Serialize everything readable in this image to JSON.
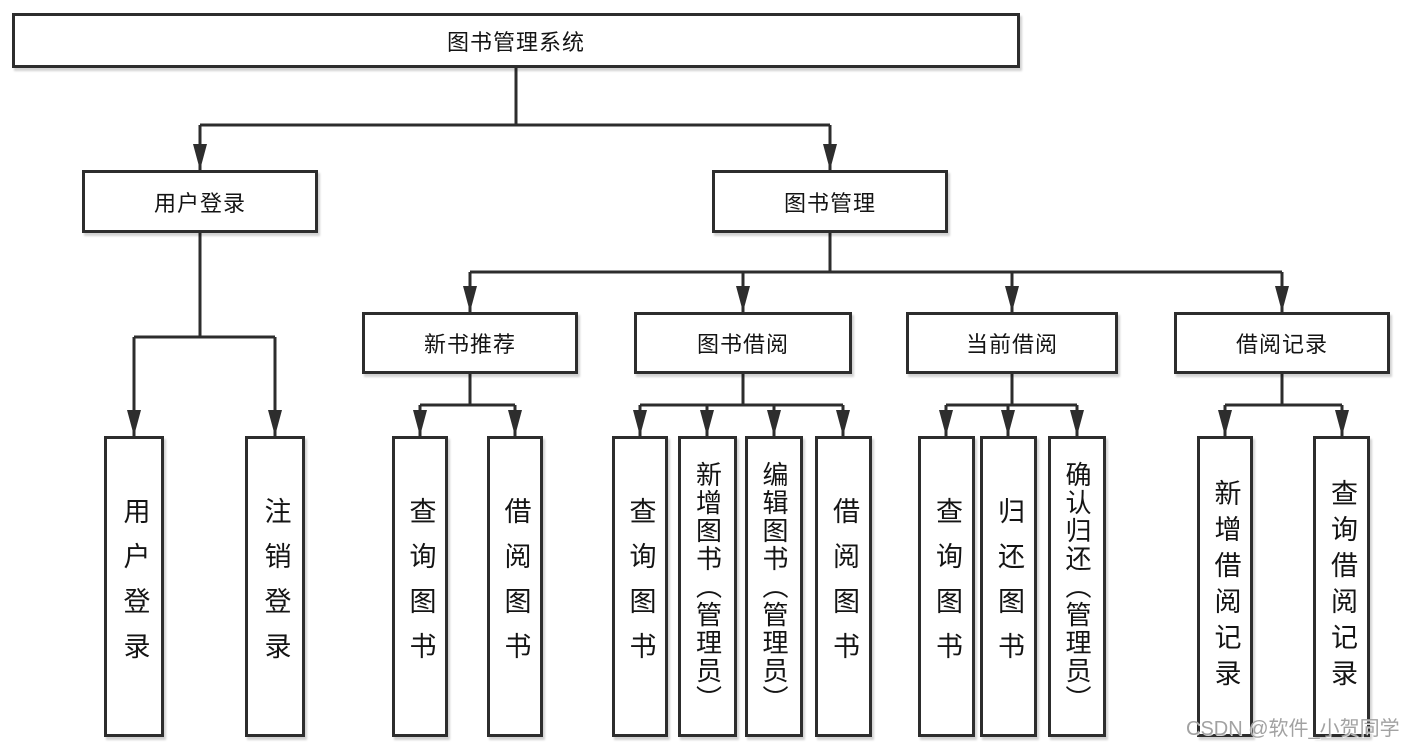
{
  "diagram": {
    "root": {
      "label": "图书管理系统"
    },
    "branches": [
      {
        "label": "用户登录",
        "children": [
          {
            "label": "用户登录"
          },
          {
            "label": "注销登录"
          }
        ]
      },
      {
        "label": "图书管理",
        "children": [
          {
            "label": "新书推荐",
            "children": [
              {
                "label": "查询图书"
              },
              {
                "label": "借阅图书"
              }
            ]
          },
          {
            "label": "图书借阅",
            "children": [
              {
                "label": "查询图书"
              },
              {
                "label": "新增图书（管理员）"
              },
              {
                "label": "编辑图书（管理员）"
              },
              {
                "label": "借阅图书"
              }
            ]
          },
          {
            "label": "当前借阅",
            "children": [
              {
                "label": "查询图书"
              },
              {
                "label": "归还图书"
              },
              {
                "label": "确认归还（管理员）"
              }
            ]
          },
          {
            "label": "借阅记录",
            "children": [
              {
                "label": "新增借阅记录"
              },
              {
                "label": "查询借阅记录"
              }
            ]
          }
        ]
      }
    ]
  },
  "colors": {
    "line": "#2d2d2d",
    "box_border": "#2d2d2d",
    "text": "#141414",
    "watermark": "#a2a2a2",
    "background": "#ffffff"
  },
  "watermark": {
    "text": "CSDN @软件_小贺同学"
  }
}
